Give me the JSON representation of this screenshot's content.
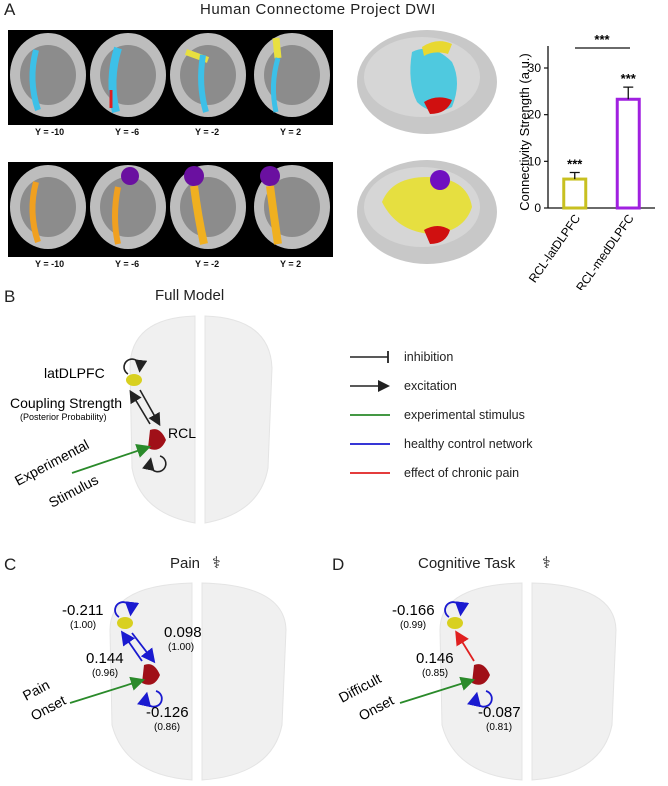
{
  "panel_a": {
    "label": "A",
    "title": "Human Connectome Project DWI",
    "slice_labels_top": [
      "Y = -10",
      "Y = -6",
      "Y = -2",
      "Y = 2"
    ],
    "slice_labels_bottom": [
      "Y = -10",
      "Y = -6",
      "Y = -2",
      "Y = 2"
    ]
  },
  "chart_data": {
    "type": "bar",
    "categories": [
      "RCL-latDLPFC",
      "RCL-medDLPFC"
    ],
    "values": [
      6.2,
      23.3
    ],
    "errors": [
      1.4,
      2.6
    ],
    "ylabel": "Connectivity Strength (a.u.)",
    "ylim": [
      0,
      30
    ],
    "yticks": [
      0,
      10,
      20,
      30
    ],
    "bar_colors": [
      "#c8c020",
      "#a020e0"
    ],
    "significance": [
      "***",
      "***"
    ],
    "comparison_label": "***",
    "grid": false
  },
  "panel_b": {
    "label": "B",
    "title": "Full Model",
    "node_latdlpfc": "latDLPFC",
    "node_rcl": "RCL",
    "coupling_label": "Coupling Strength",
    "coupling_sub": "(Posterior Probability)",
    "stim_line1": "Experimental",
    "stim_line2": "Stimulus",
    "legend": [
      {
        "label": "inhibition",
        "kind": "inhibition",
        "color": "#222222"
      },
      {
        "label": "excitation",
        "kind": "excitation",
        "color": "#222222"
      },
      {
        "label": "experimental stimulus",
        "kind": "line",
        "color": "#2a8a2a"
      },
      {
        "label": "healthy control network",
        "kind": "line",
        "color": "#1a1ad0"
      },
      {
        "label": "effect of chronic pain",
        "kind": "line",
        "color": "#e02020"
      }
    ]
  },
  "panel_c": {
    "label": "C",
    "title": "Pain",
    "self_lat": "-0.211",
    "self_lat_pp": "(1.00)",
    "down": "0.098",
    "down_pp": "(1.00)",
    "up": "0.144",
    "up_pp": "(0.96)",
    "self_rcl": "-0.126",
    "self_rcl_pp": "(0.86)",
    "onset_line1": "Pain",
    "onset_line2": "Onset"
  },
  "panel_d": {
    "label": "D",
    "title": "Cognitive Task",
    "self_lat": "-0.166",
    "self_lat_pp": "(0.99)",
    "up": "0.146",
    "up_pp": "(0.85)",
    "self_rcl": "-0.087",
    "self_rcl_pp": "(0.81)",
    "onset_line1": "Difficult",
    "onset_line2": "Onset"
  }
}
